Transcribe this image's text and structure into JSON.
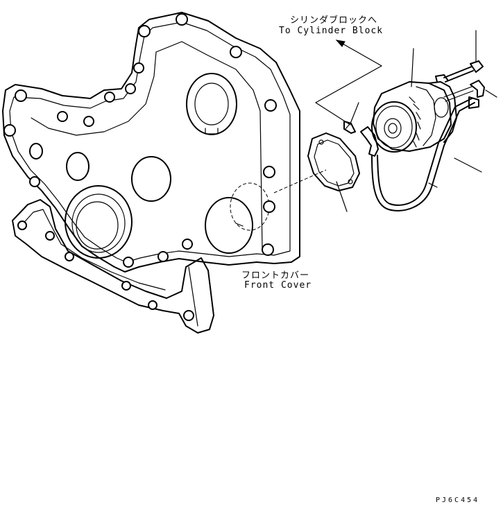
{
  "labels": {
    "cylinder_block_jp": "シリンダブロックへ",
    "cylinder_block_en": "To Cylinder Block",
    "front_cover_jp": "フロントカバー",
    "front_cover_en": "Front Cover"
  },
  "drawing_code": "PJ6C454"
}
